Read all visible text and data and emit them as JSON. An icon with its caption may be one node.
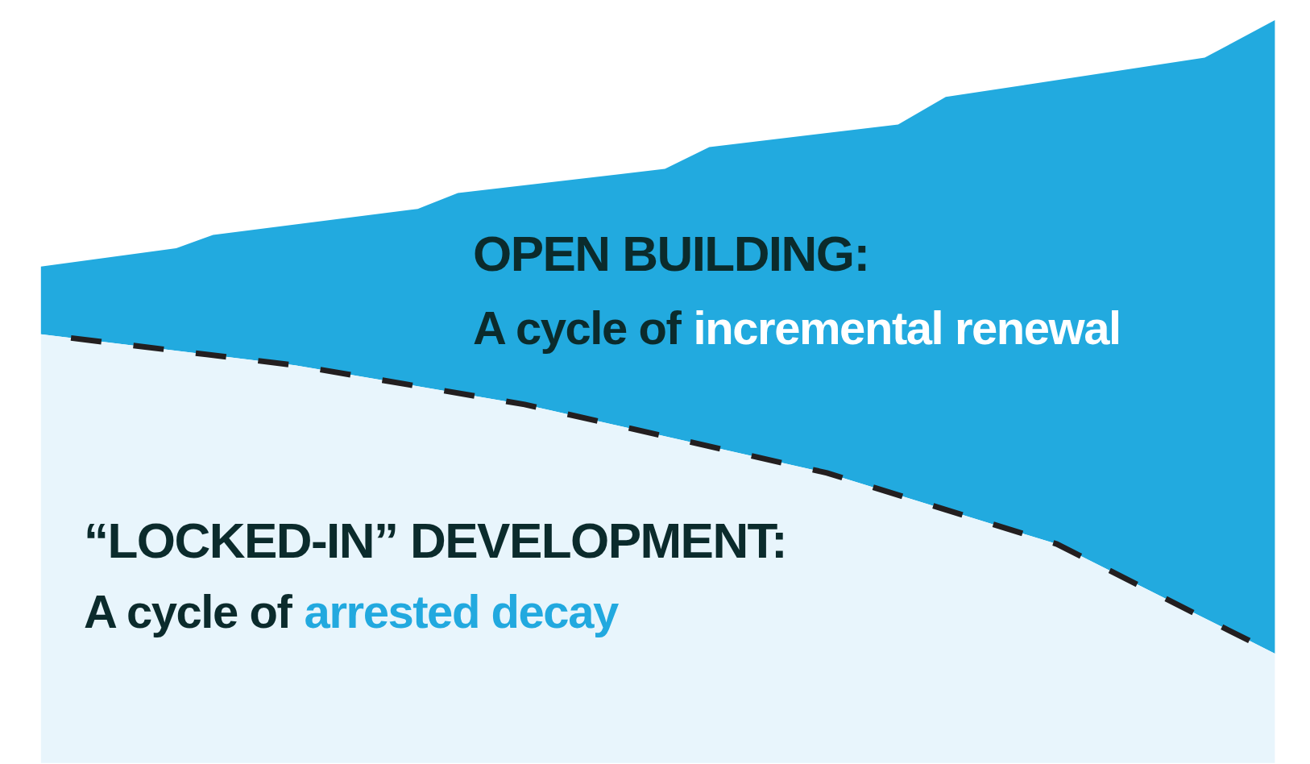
{
  "diagram": {
    "labels": [
      "OPEN BUILDING:",
      "A cycle of",
      "incremental renewal",
      "“LOCKED-IN” DEVELOPMENT:",
      "A cycle of",
      "arrested decay"
    ]
  }
}
